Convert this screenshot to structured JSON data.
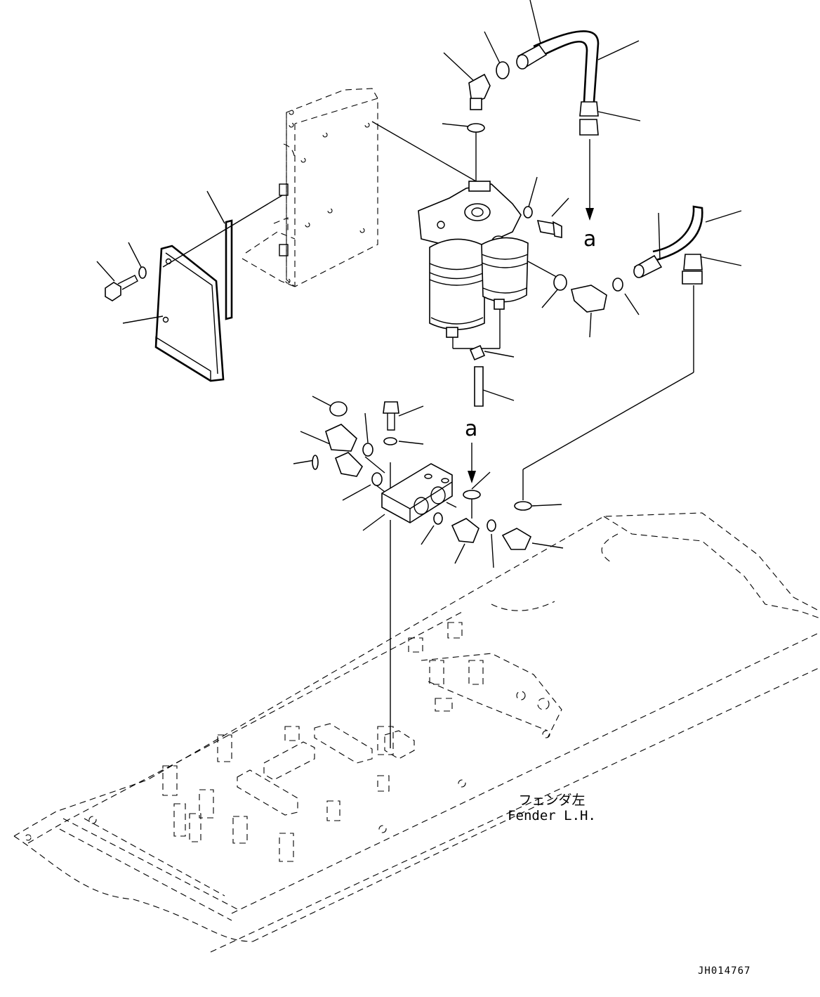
{
  "callouts": {
    "a_top": "a",
    "a_bottom": "a"
  },
  "fender": {
    "label_jp": "フェンダ左",
    "label_en": "Fender L.H."
  },
  "drawing_code": "JH014767"
}
